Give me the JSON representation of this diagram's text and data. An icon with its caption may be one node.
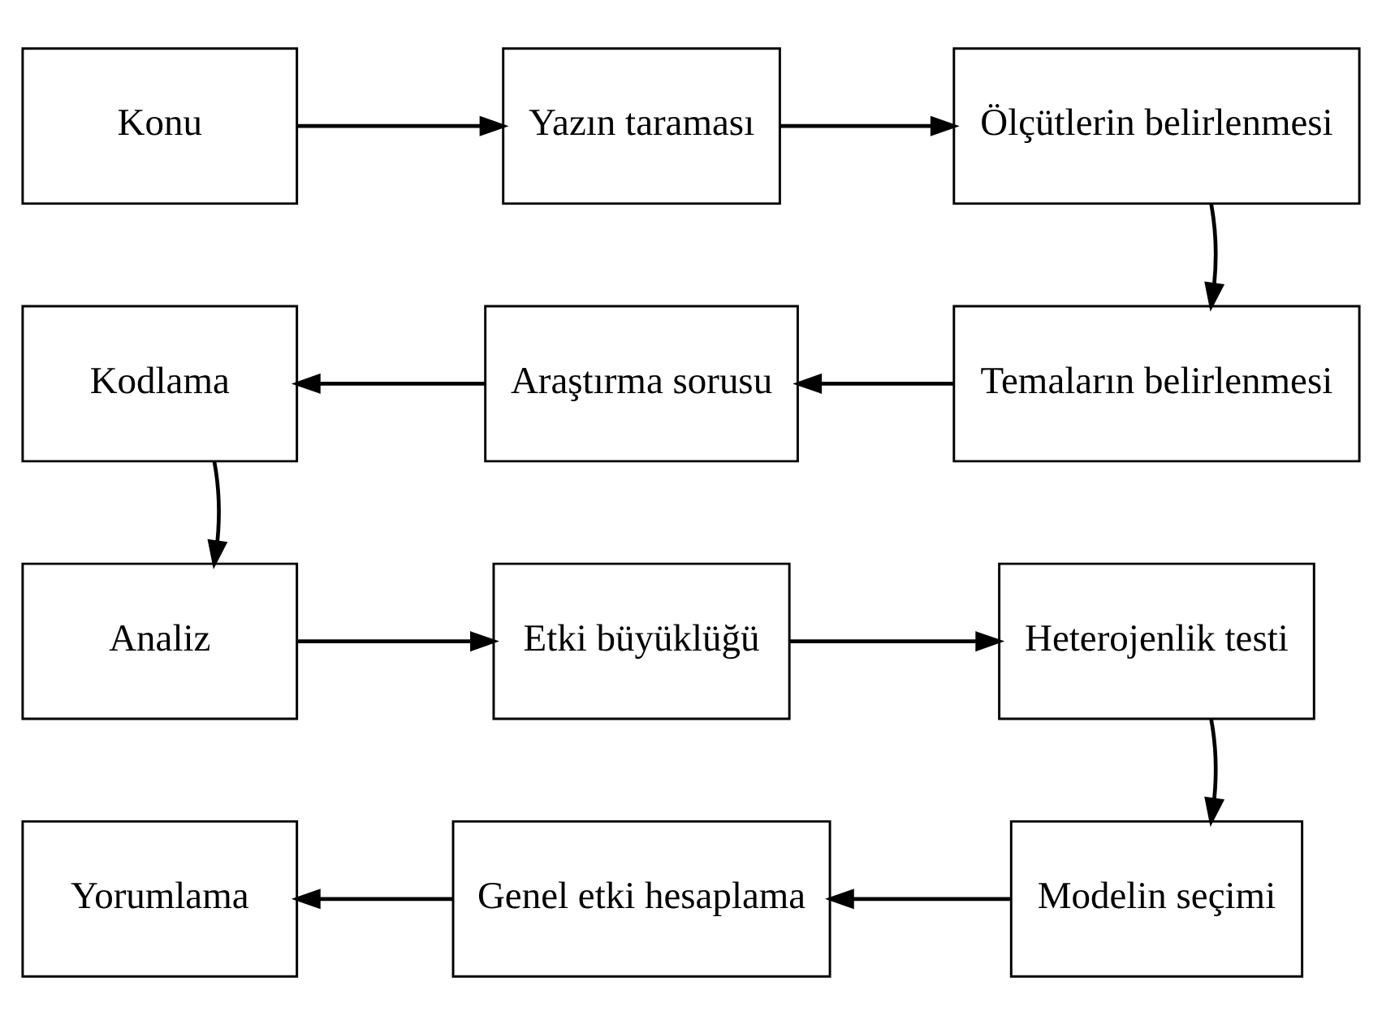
{
  "diagram": {
    "nodes": [
      {
        "text": [
          "Konu"
        ]
      },
      {
        "text": [
          "Yazın taraması"
        ]
      },
      {
        "text": [
          "Ölçütlerin belirlenmesi"
        ]
      },
      {
        "text": [
          "Temaların belirlenmesi"
        ]
      },
      {
        "text": [
          "Araştırma sorusu"
        ]
      },
      {
        "text": [
          "Kodlama"
        ]
      },
      {
        "text": [
          "Analiz"
        ]
      },
      {
        "text": [
          "Etki büyüklüğü"
        ]
      },
      {
        "text": [
          "Heterojenlik testi"
        ]
      },
      {
        "text": [
          "Modelin seçimi"
        ]
      },
      {
        "text": [
          "Genel etki hesaplama"
        ]
      },
      {
        "text": [
          "Yorumlama"
        ]
      }
    ],
    "edges": [
      {
        "from": 0,
        "to": 1,
        "arrow": "to"
      },
      {
        "from": 1,
        "to": 2,
        "arrow": "to"
      },
      {
        "from": 2,
        "to": 3,
        "arrow": "to"
      },
      {
        "from": 3,
        "to": 4,
        "arrow": "to"
      },
      {
        "from": 4,
        "to": 5,
        "arrow": "to"
      },
      {
        "from": 5,
        "to": 6,
        "arrow": "to"
      },
      {
        "from": 6,
        "to": 7,
        "arrow": "to"
      },
      {
        "from": 7,
        "to": 8,
        "arrow": "to"
      },
      {
        "from": 8,
        "to": 9,
        "arrow": "to"
      },
      {
        "from": 9,
        "to": 10,
        "arrow": "to"
      },
      {
        "from": 10,
        "to": 11,
        "arrow": "to"
      }
    ]
  }
}
